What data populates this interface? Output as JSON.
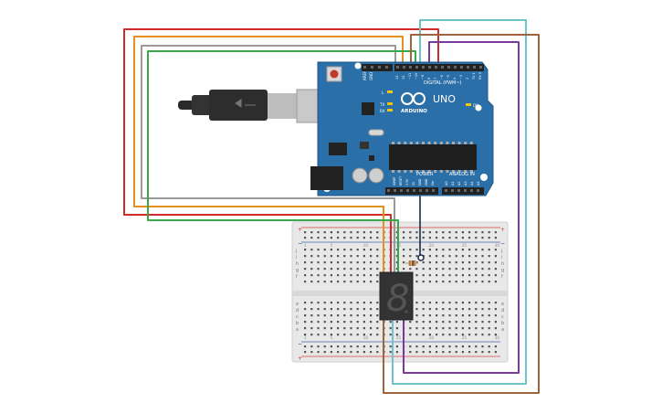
{
  "board": {
    "brand": "ARDUINO",
    "model": "UNO",
    "digital_label": "DIGITAL (PWM~)",
    "power_label": "POWER",
    "analog_label": "ANALOG IN",
    "on_label": "ON",
    "l_label": "L",
    "tx_label": "TX",
    "rx_label": "RX",
    "aref_label": "AREF",
    "gnd_label": "GND",
    "digital_pins": [
      "13",
      "12",
      "~11",
      "~10",
      "~9",
      "8",
      "7",
      "~6",
      "~5",
      "4",
      "~3",
      "2",
      "TX 1",
      "RX 0"
    ],
    "power_pins": [
      "IOREF",
      "RESET",
      "3.3V",
      "5V",
      "GND",
      "GND",
      "Vin"
    ],
    "analog_pins": [
      "A0",
      "A1",
      "A2",
      "A3",
      "A4",
      "A5"
    ]
  },
  "breadboard": {
    "rows_top": [
      "j",
      "i",
      "h",
      "g",
      "f"
    ],
    "rows_bottom": [
      "e",
      "d",
      "c",
      "b",
      "a"
    ],
    "col_numbers": [
      "1",
      "5",
      "10",
      "15",
      "20",
      "25",
      "30"
    ],
    "rail_plus": "+",
    "rail_minus": "−"
  },
  "display": {
    "digit": "8"
  },
  "colors": {
    "board": "#2b6fa8",
    "breadboard": "#e8e8e8",
    "wire_red": "#d02a2a",
    "wire_orange": "#e8901e",
    "wire_gray": "#9a9a9a",
    "wire_green": "#3aa84a",
    "wire_cyan": "#6cc4c8",
    "wire_brown": "#a0643c",
    "wire_purple": "#7a3a9a",
    "wire_navy": "#1a2a4a"
  }
}
